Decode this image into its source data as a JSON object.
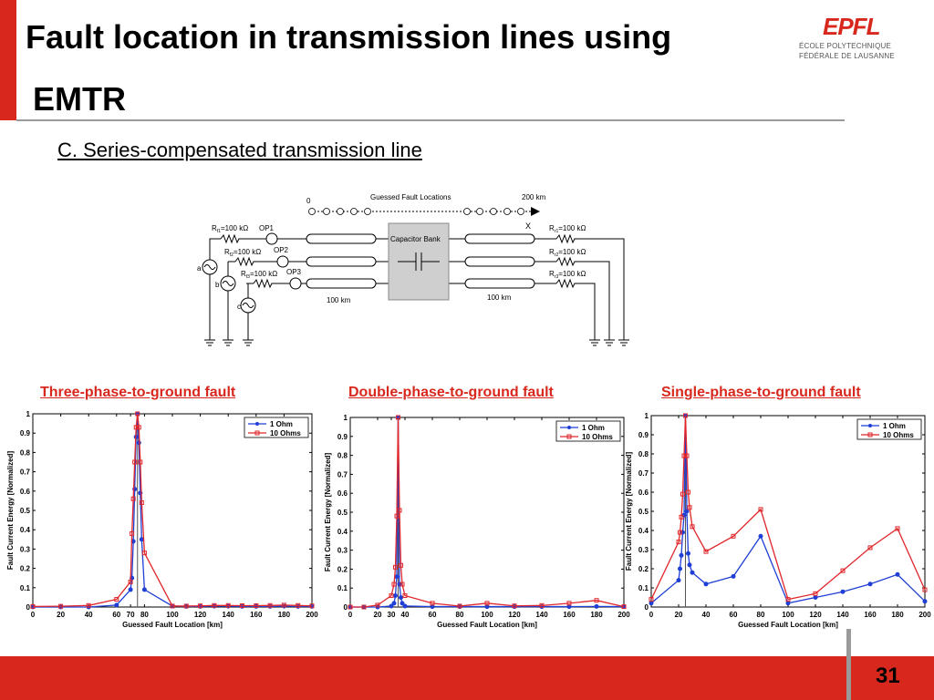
{
  "slide": {
    "title_line1": "Fault location in transmission lines using",
    "title_line2": "EMTR",
    "subtitle": "C. Series-compensated transmission line",
    "page_number": "31",
    "logo": {
      "word": "EPFL",
      "line1": "ÉCOLE POLYTECHNIQUE",
      "line2": "FÉDÉRALE DE LAUSANNE"
    }
  },
  "circuit": {
    "guessed_label": "Guessed Fault Locations",
    "start_label": "0",
    "end_label": "200 km",
    "fault_marker": "X",
    "left_resistors": [
      "R",
      "R",
      "R"
    ],
    "left_resistor_values": [
      "=100 kΩ",
      "=100 kΩ",
      "=100 kΩ"
    ],
    "left_resistor_subs": [
      "f1",
      "f2",
      "f3"
    ],
    "right_resistor_subs": [
      "r1",
      "r2",
      "r3"
    ],
    "op_labels": [
      "OP1",
      "OP2",
      "OP3"
    ],
    "phase_labels": [
      "a",
      "b",
      "c"
    ],
    "capacitor_label": "Capacitor Bank",
    "segment_left": "100 km",
    "segment_right": "100 km"
  },
  "chart_data": [
    {
      "type": "line",
      "title": "Three-phase-to-ground fault",
      "xlabel": "Guessed Fault Location [km]",
      "ylabel": "Fault Current Energy [Normalized]",
      "xlim": [
        0,
        200
      ],
      "ylim": [
        0,
        1
      ],
      "xticks": [
        "0",
        "20",
        "40",
        "60",
        "70",
        "80",
        "100",
        "120",
        "140",
        "160",
        "180",
        "200"
      ],
      "xtick_values": [
        0,
        20,
        40,
        60,
        70,
        80,
        100,
        120,
        140,
        160,
        180,
        200
      ],
      "yticks": [
        "0",
        "0.1",
        "0.2",
        "0.3",
        "0.4",
        "0.5",
        "0.6",
        "0.7",
        "0.8",
        "0.9",
        "1"
      ],
      "legend_position": "top-right",
      "fault_line_x": 75,
      "series": [
        {
          "name": "1 Ohm",
          "color": "#1f3fd6",
          "marker": "circle",
          "x": [
            0,
            20,
            40,
            60,
            70,
            71,
            72,
            73,
            74,
            75,
            76,
            77,
            78,
            80,
            100,
            110,
            120,
            130,
            140,
            150,
            160,
            170,
            180,
            190,
            200
          ],
          "y": [
            0,
            0,
            0,
            0.01,
            0.09,
            0.15,
            0.34,
            0.61,
            0.88,
            1.0,
            0.85,
            0.59,
            0.35,
            0.09,
            0.005,
            0.003,
            0.003,
            0.004,
            0.004,
            0.003,
            0.003,
            0.003,
            0.004,
            0.003,
            0.003
          ]
        },
        {
          "name": "10 Ohms",
          "color": "#e0262b",
          "marker": "square",
          "x": [
            0,
            20,
            40,
            60,
            70,
            71,
            72,
            73,
            74,
            75,
            76,
            77,
            78,
            80,
            100,
            110,
            120,
            130,
            140,
            150,
            160,
            170,
            180,
            190,
            200
          ],
          "y": [
            0.003,
            0.004,
            0.008,
            0.04,
            0.13,
            0.38,
            0.56,
            0.75,
            0.93,
            1.0,
            0.93,
            0.75,
            0.54,
            0.28,
            0.005,
            0.005,
            0.006,
            0.008,
            0.008,
            0.007,
            0.007,
            0.008,
            0.01,
            0.008,
            0.006
          ]
        }
      ]
    },
    {
      "type": "line",
      "title": "Double-phase-to-ground fault",
      "xlabel": "Guessed Fault Location [km]",
      "ylabel": "Fault Current Energy [Normalized]",
      "xlim": [
        0,
        200
      ],
      "ylim": [
        0,
        1
      ],
      "xticks": [
        "0",
        "20",
        "30",
        "40",
        "60",
        "80",
        "100",
        "120",
        "140",
        "160",
        "180",
        "200"
      ],
      "xtick_values": [
        0,
        20,
        30,
        40,
        60,
        80,
        100,
        120,
        140,
        160,
        180,
        200
      ],
      "yticks": [
        "0",
        "0.1",
        "0.2",
        "0.3",
        "0.4",
        "0.5",
        "0.6",
        "0.7",
        "0.8",
        "0.9",
        "1"
      ],
      "legend_position": "top-right",
      "fault_line_x": 35,
      "series": [
        {
          "name": "1 Ohm",
          "color": "#1f3fd6",
          "marker": "circle",
          "x": [
            0,
            10,
            20,
            30,
            32,
            33,
            34,
            35,
            36,
            37,
            38,
            40,
            60,
            80,
            100,
            120,
            140,
            160,
            180,
            200
          ],
          "y": [
            0,
            0,
            0,
            0.005,
            0.02,
            0.06,
            0.16,
            1.0,
            0.12,
            0.05,
            0.02,
            0.005,
            0.002,
            0.002,
            0.002,
            0.002,
            0.002,
            0.002,
            0.003,
            0.002
          ]
        },
        {
          "name": "10 Ohms",
          "color": "#e0262b",
          "marker": "square",
          "x": [
            0,
            10,
            20,
            30,
            32,
            33,
            34,
            35,
            36,
            37,
            38,
            40,
            60,
            80,
            100,
            120,
            140,
            160,
            180,
            200
          ],
          "y": [
            0,
            0,
            0.01,
            0.06,
            0.12,
            0.21,
            0.48,
            1.0,
            0.51,
            0.22,
            0.12,
            0.06,
            0.02,
            0.005,
            0.02,
            0.006,
            0.008,
            0.02,
            0.035,
            0.002
          ]
        }
      ]
    },
    {
      "type": "line",
      "title": "Single-phase-to-ground fault",
      "xlabel": "Guessed Fault Location [km]",
      "ylabel": "Fault Current Energy [Normalized]",
      "xlim": [
        0,
        200
      ],
      "ylim": [
        0,
        1
      ],
      "xticks": [
        "0",
        "20",
        "40",
        "60",
        "80",
        "100",
        "120",
        "140",
        "160",
        "180",
        "200"
      ],
      "xtick_values": [
        0,
        20,
        40,
        60,
        80,
        100,
        120,
        140,
        160,
        180,
        200
      ],
      "yticks": [
        "0",
        "0.1",
        "0.2",
        "0.3",
        "0.4",
        "0.5",
        "0.6",
        "0.7",
        "0.8",
        "0.9",
        "1"
      ],
      "legend_position": "top-right",
      "fault_line_x": 25,
      "series": [
        {
          "name": "1 Ohm",
          "color": "#1f3fd6",
          "marker": "circle",
          "x": [
            0,
            20,
            21,
            22,
            23,
            24,
            25,
            26,
            27,
            28,
            30,
            40,
            60,
            80,
            100,
            120,
            140,
            160,
            180,
            200
          ],
          "y": [
            0.02,
            0.14,
            0.2,
            0.27,
            0.39,
            0.48,
            1.0,
            0.5,
            0.28,
            0.22,
            0.18,
            0.12,
            0.16,
            0.37,
            0.02,
            0.05,
            0.08,
            0.12,
            0.17,
            0.03
          ]
        },
        {
          "name": "10 Ohms",
          "color": "#e0262b",
          "marker": "square",
          "x": [
            0,
            20,
            21,
            22,
            23,
            24,
            25,
            26,
            27,
            28,
            30,
            40,
            60,
            80,
            100,
            120,
            140,
            160,
            180,
            200
          ],
          "y": [
            0.04,
            0.34,
            0.39,
            0.47,
            0.59,
            0.79,
            1.0,
            0.79,
            0.6,
            0.52,
            0.42,
            0.29,
            0.37,
            0.51,
            0.04,
            0.07,
            0.19,
            0.31,
            0.41,
            0.09
          ]
        }
      ]
    }
  ]
}
